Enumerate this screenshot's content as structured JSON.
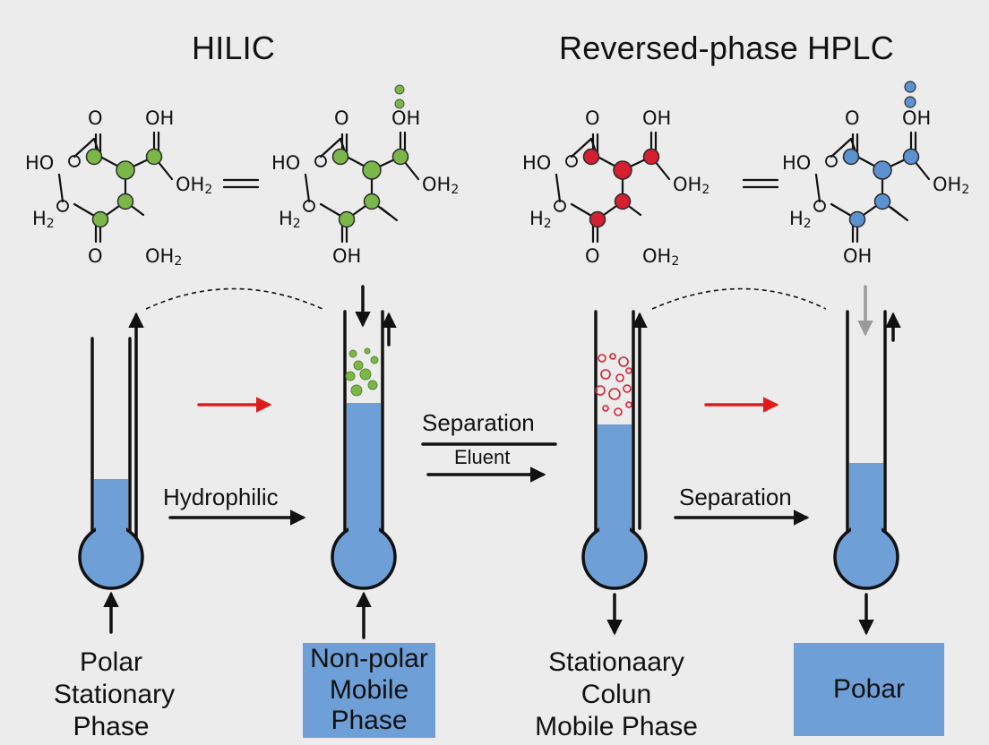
{
  "titles": {
    "left": "HILIC",
    "right": "Reversed-phase HPLC"
  },
  "molecule_labels": {
    "o_top": "O",
    "oh_top": "OH",
    "ho": "HO",
    "oh2": "OH2",
    "h2": "H2",
    "o_bottom": "O",
    "oh2_bottom": "OH2",
    "oh_bottom": "OH"
  },
  "arrow_labels": {
    "hydrophilic": "Hydrophilic",
    "separation_center": "Separation",
    "eluent": "Eluent",
    "separation_right": "Separation"
  },
  "captions": {
    "polar_stationary": [
      "Polar",
      "Stationary",
      "Phase"
    ],
    "stationary_column": [
      "Stationaary",
      "Colun",
      "Mobile Phase"
    ]
  },
  "boxes": {
    "nonpolar_mobile": [
      "Non-polar",
      "Mobile Phase"
    ],
    "pobar": "Pobar"
  },
  "colors": {
    "hilic_atoms": "#7ab648",
    "rp_red_atoms": "#d42030",
    "rp_blue_atoms": "#5b92cf",
    "liquid": "#6e9fd6",
    "accent_arrow": "#e01b1b",
    "background": "#ececec"
  }
}
